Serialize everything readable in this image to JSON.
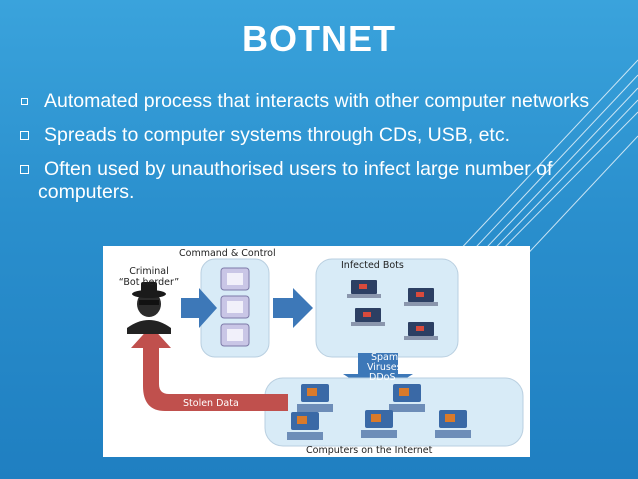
{
  "slide": {
    "title": "BOTNET",
    "bullets": [
      "Automated process that interacts with other computer networks",
      "Spreads to computer systems through CDs, USB, etc.",
      "Often used by unauthorised users to infect large number of computers."
    ]
  },
  "diagram": {
    "command_control": "Command & Control",
    "criminal_line1": "Criminal",
    "criminal_line2": "“Bot herder”",
    "infected_bots": "Infected Bots",
    "spam": "Spam",
    "viruses": "Viruses",
    "ddos": "DDoS",
    "stolen_data": "Stolen Data",
    "computers_internet": "Computers on the Internet"
  },
  "colors": {
    "background": "#2a8fcd",
    "arrow_blue": "#3d78b8",
    "arrow_red": "#c0504d",
    "server": "#c9c6e6",
    "bubble": "#d8ebf7"
  }
}
